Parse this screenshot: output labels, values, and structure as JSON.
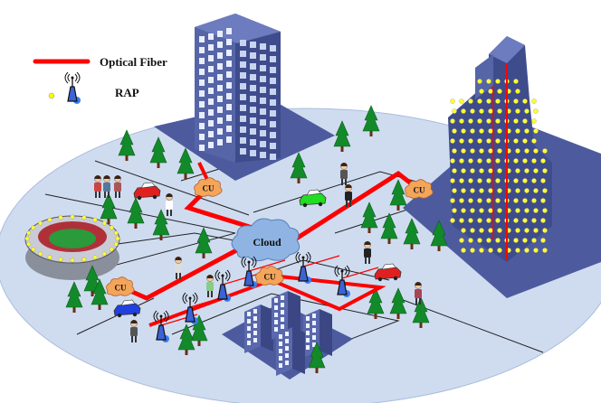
{
  "legend": {
    "fiber_label": "Optical Fiber",
    "rap_label": "RAP"
  },
  "labels": {
    "cloud": "Cloud",
    "cu": "CU"
  },
  "colors": {
    "fiber": "#ff0000",
    "ground": "#cfdcf0",
    "building": "#4a5a9c",
    "cloud": "#8fb4e3",
    "cu": "#f5a55a",
    "rap": "#3b63d6",
    "tree": "#138a2a"
  }
}
